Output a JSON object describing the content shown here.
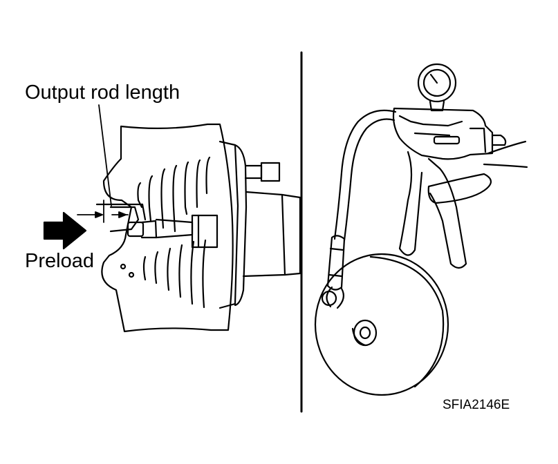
{
  "labels": {
    "output_rod_length": "Output rod length",
    "preload": "Preload",
    "figure_code": "SFIA2146E"
  },
  "colors": {
    "line": "#000000",
    "background": "#ffffff"
  }
}
